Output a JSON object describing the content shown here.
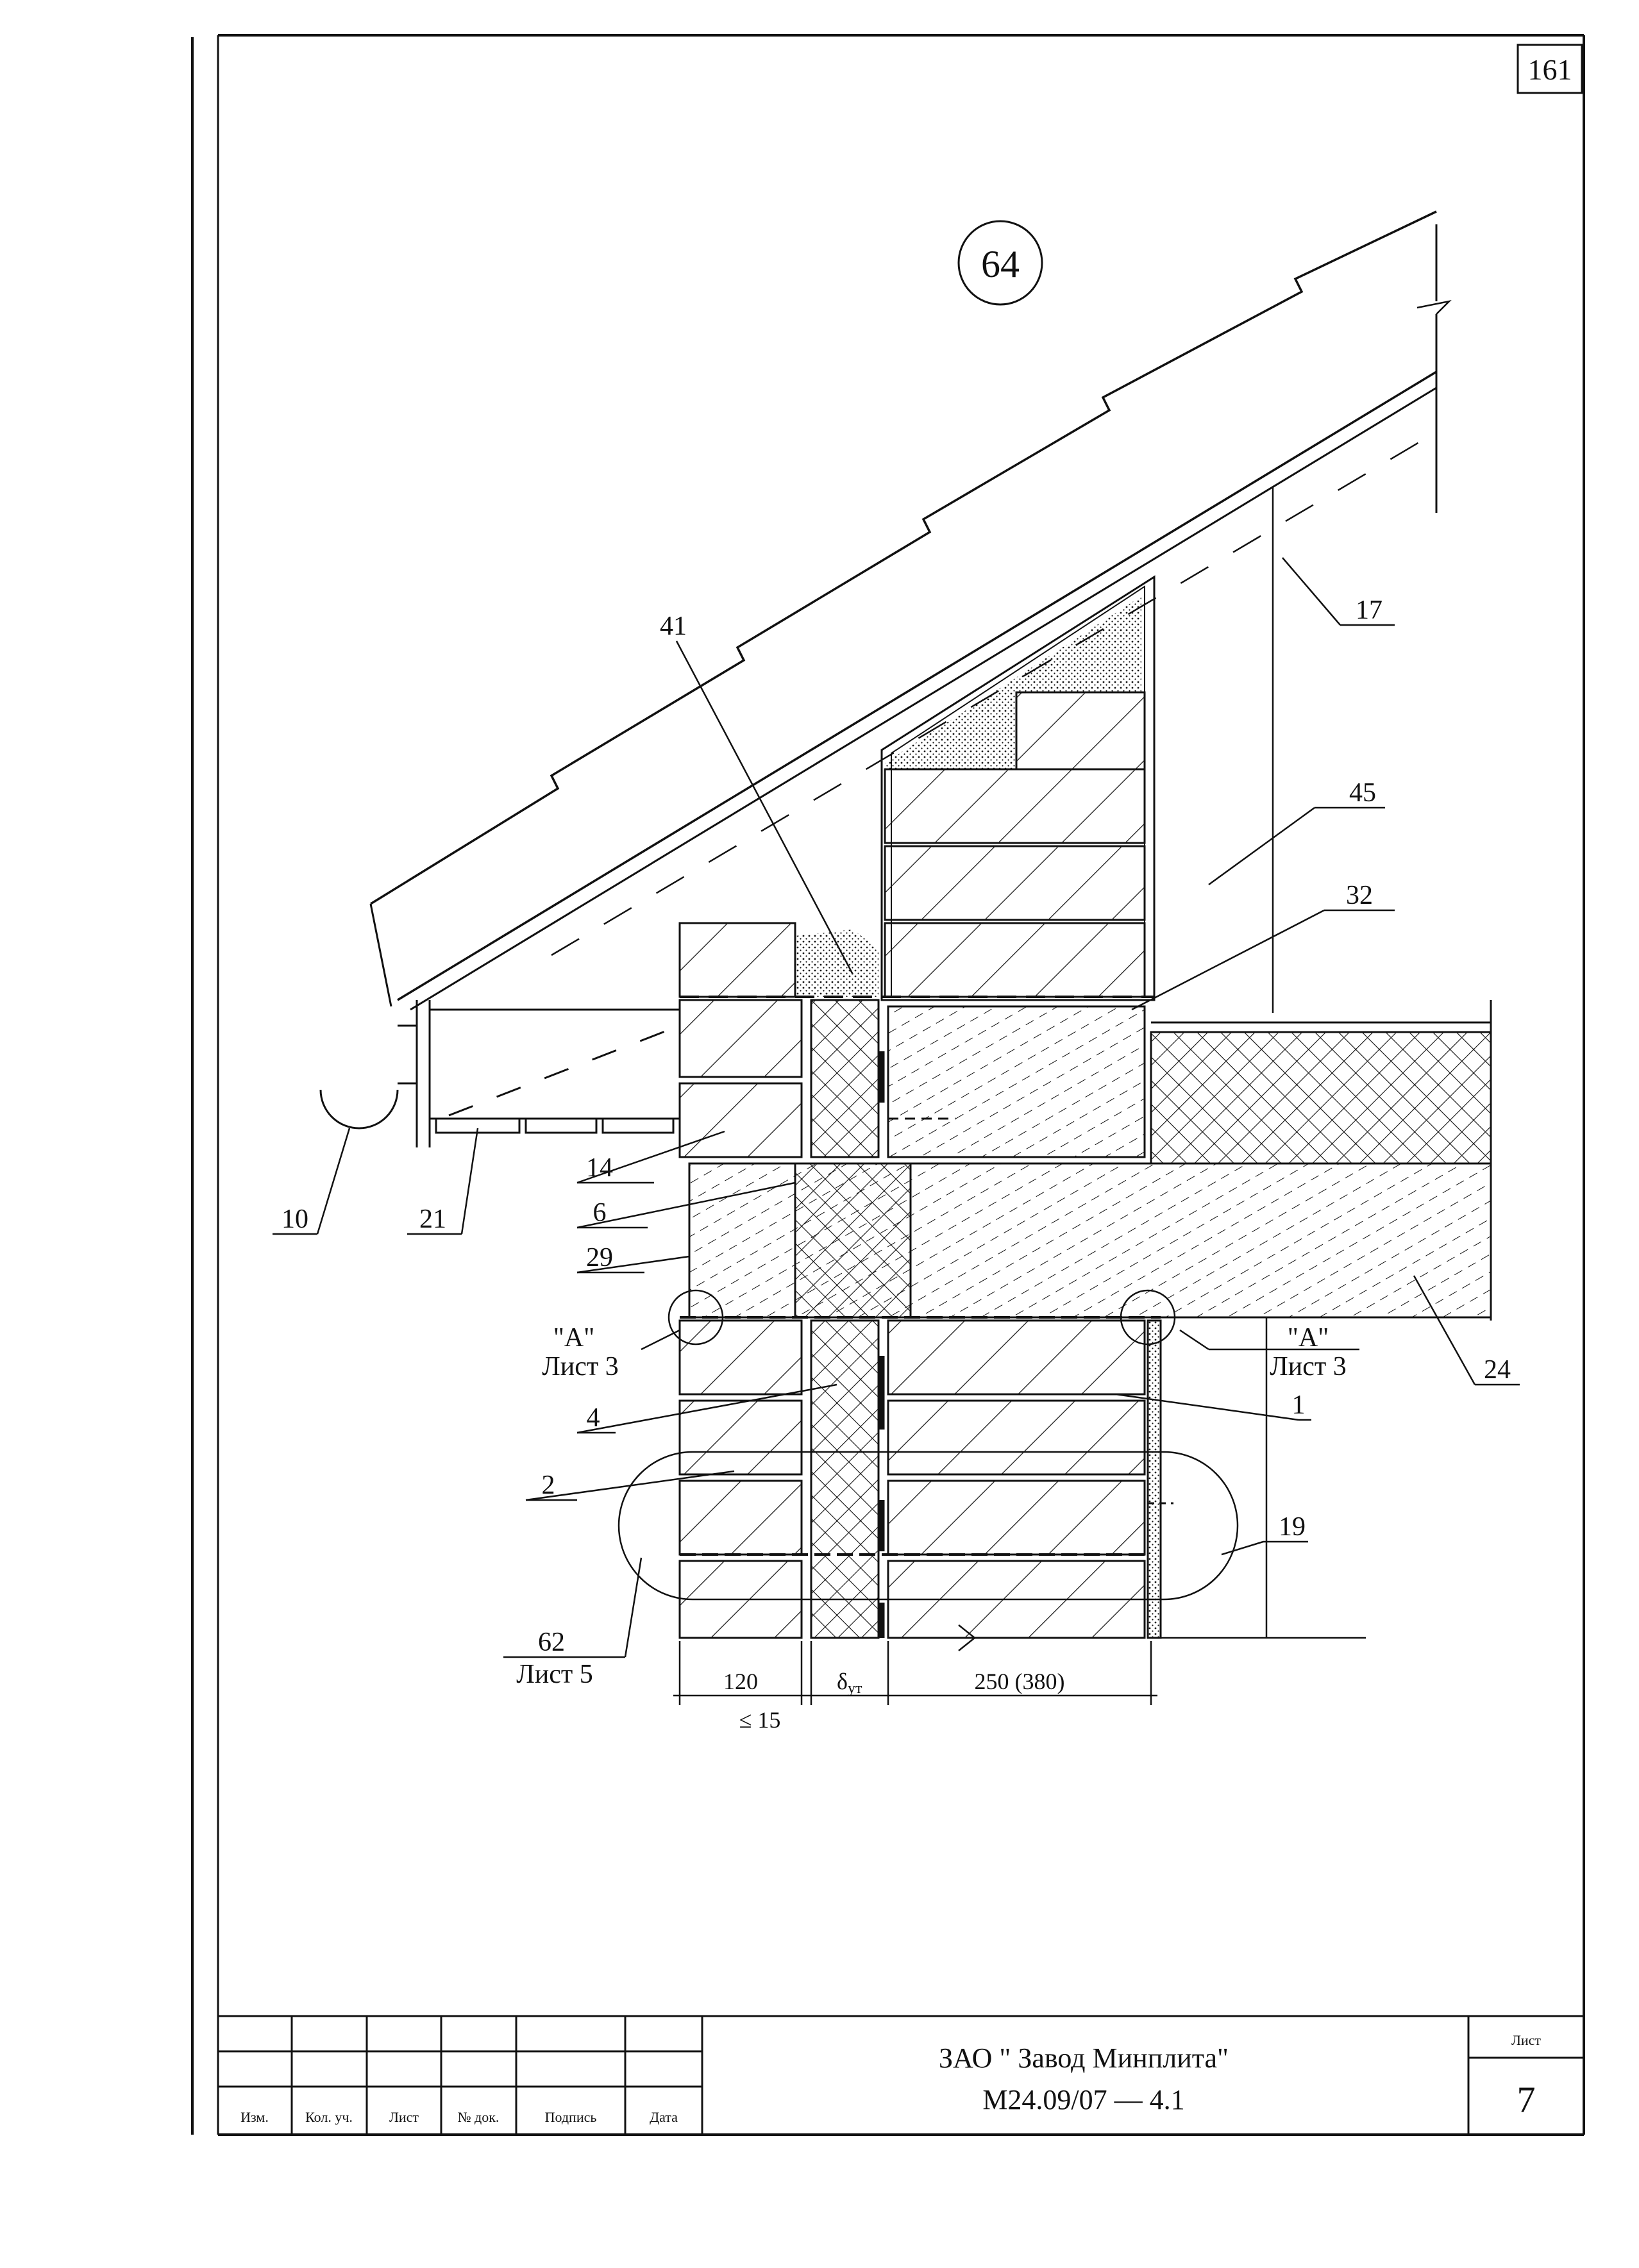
{
  "page_number": "161",
  "node_number": "64",
  "callouts": [
    "41",
    "17",
    "45",
    "32",
    "14",
    "6",
    "29",
    "10",
    "21",
    "24",
    "4",
    "1",
    "2",
    "19"
  ],
  "callout_refs": [
    {
      "mark": "\"A\"",
      "sheet": "Лист 3"
    },
    {
      "mark": "\"A\"",
      "sheet": "Лист 3"
    },
    {
      "mark": "62",
      "sheet": "Лист 5"
    }
  ],
  "dimensions": {
    "facing": "120",
    "gap": "≤ 15",
    "insulation_symbol": "δ",
    "insulation_subscript": "ут",
    "wall": "250 (380)"
  },
  "title_block": {
    "col_izm": "Изм.",
    "col_kol": "Кол. уч.",
    "col_list": "Лист",
    "col_doc": "№ док.",
    "col_sign": "Подпись",
    "col_date": "Дата",
    "organization": "ЗАО \" Завод Минплита\"",
    "doc_code": "М24.09/07 — 4.1",
    "sheet_label": "Лист",
    "sheet_number": "7"
  },
  "colors": {
    "line": "#111111",
    "paper": "#ffffff"
  }
}
